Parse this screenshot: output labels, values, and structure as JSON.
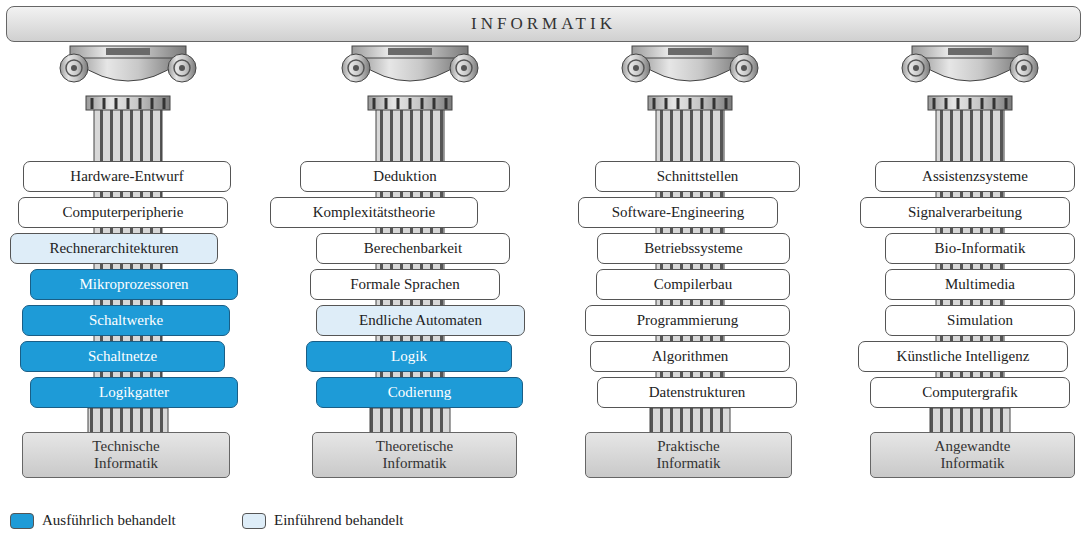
{
  "diagram": {
    "nodes": [
      {
        "text": [
          "INFORMATIK"
        ]
      },
      {
        "text": [
          "Hardware-Entwurf"
        ]
      },
      {
        "text": [
          "Computerperipherie"
        ]
      },
      {
        "text": [
          "Rechnerarchitekturen"
        ]
      },
      {
        "text": [
          "Mikroprozessoren"
        ]
      },
      {
        "text": [
          "Schaltwerke"
        ]
      },
      {
        "text": [
          "Schaltnetze"
        ]
      },
      {
        "text": [
          "Logikgatter"
        ]
      },
      {
        "text": [
          "Technische Informatik"
        ]
      },
      {
        "text": [
          "Deduktion"
        ]
      },
      {
        "text": [
          "Komplexitätstheorie"
        ]
      },
      {
        "text": [
          "Berechenbarkeit"
        ]
      },
      {
        "text": [
          "Formale Sprachen"
        ]
      },
      {
        "text": [
          "Endliche Automaten"
        ]
      },
      {
        "text": [
          "Logik"
        ]
      },
      {
        "text": [
          "Codierung"
        ]
      },
      {
        "text": [
          "Theoretische Informatik"
        ]
      },
      {
        "text": [
          "Schnittstellen"
        ]
      },
      {
        "text": [
          "Software-Engineering"
        ]
      },
      {
        "text": [
          "Betriebssysteme"
        ]
      },
      {
        "text": [
          "Compilerbau"
        ]
      },
      {
        "text": [
          "Programmierung"
        ]
      },
      {
        "text": [
          "Algorithmen"
        ]
      },
      {
        "text": [
          "Datenstrukturen"
        ]
      },
      {
        "text": [
          "Praktische Informatik"
        ]
      },
      {
        "text": [
          "Assistenzsysteme"
        ]
      },
      {
        "text": [
          "Signalverarbeitung"
        ]
      },
      {
        "text": [
          "Bio-Informatik"
        ]
      },
      {
        "text": [
          "Multimedia"
        ]
      },
      {
        "text": [
          "Simulation"
        ]
      },
      {
        "text": [
          "Künstliche Intelligenz"
        ]
      },
      {
        "text": [
          "Computergrafik"
        ]
      },
      {
        "text": [
          "Angewandte Informatik"
        ]
      }
    ],
    "legend": [
      {
        "text": "Ausführlich behandelt",
        "color": "#1e9bd7"
      },
      {
        "text": "Einführend behandelt",
        "color": "#deedf8"
      }
    ]
  }
}
